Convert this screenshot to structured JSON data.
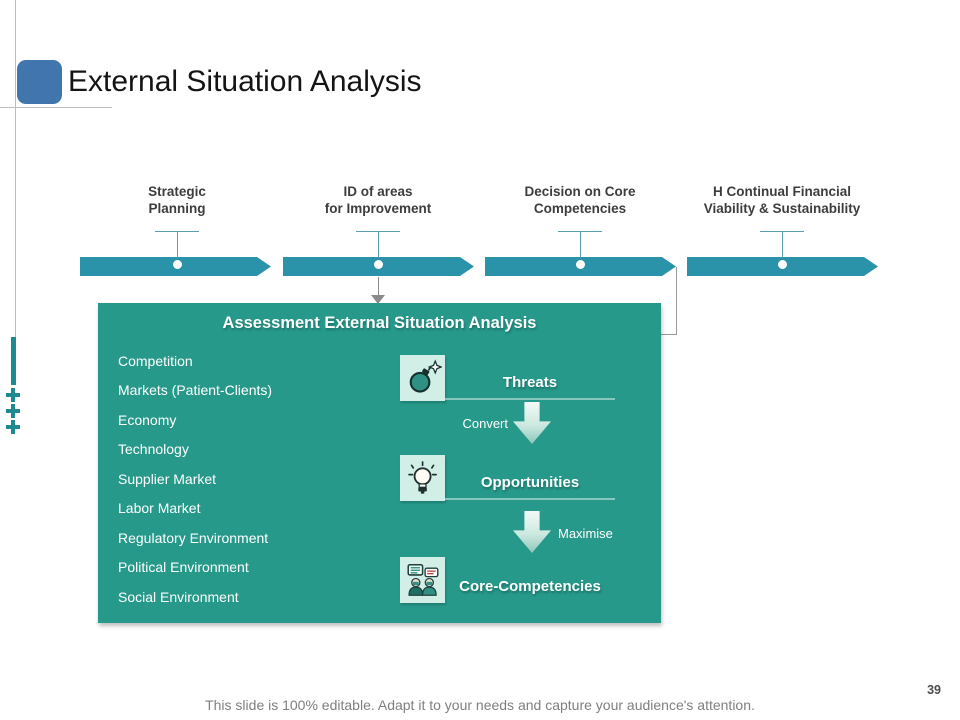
{
  "slide": {
    "title": "External Situation Analysis",
    "footer": "This slide is 100% editable. Adapt it to your needs and capture your audience's attention.",
    "page_number": "39"
  },
  "timeline": {
    "milestones": [
      {
        "line1": "Strategic",
        "line2": "Planning"
      },
      {
        "line1": "ID of areas",
        "line2": "for Improvement"
      },
      {
        "line1": "Decision on Core",
        "line2": "Competencies"
      },
      {
        "line1": "H Continual Financial",
        "line2": "Viability & Sustainability"
      }
    ]
  },
  "assessment": {
    "title": "Assessment External Situation Analysis",
    "factors": [
      "Competition",
      "Markets (Patient-Clients)",
      "Economy",
      "Technology",
      "Supplier Market",
      "Labor Market",
      "Regulatory Environment",
      "Political Environment",
      "Social Environment"
    ],
    "flow": {
      "threats_label": "Threats",
      "convert_label": "Convert",
      "opportunities_label": "Opportunities",
      "maximise_label": "Maximise",
      "core_label": "Core-Competencies"
    },
    "icons": {
      "threats": "bomb-icon",
      "opportunities": "lightbulb-icon",
      "core": "people-conversation-icon"
    }
  },
  "colors": {
    "timeline_teal": "#2b93a9",
    "box_teal": "#26998b",
    "icon_square_mint": "#d2efe7",
    "title_bullet_blue": "#4076ad",
    "accent_teal": "#1e8a92"
  }
}
